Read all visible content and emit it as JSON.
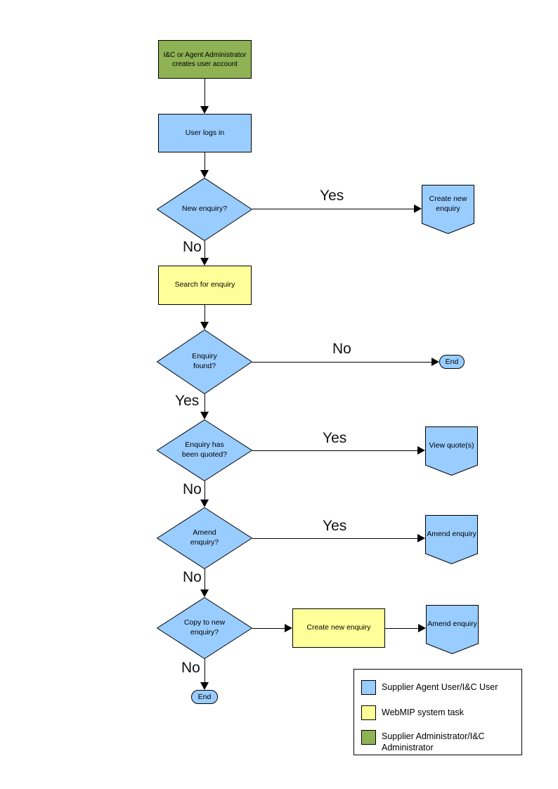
{
  "colors": {
    "shape_blue": "#99CCFF",
    "task_yellow": "#FFFF99",
    "admin_green": "#8FB255",
    "line_black": "#000000"
  },
  "nodes": {
    "admin_creates_account": {
      "lines": [
        "I&C or Agent Administrator",
        "creates user account"
      ]
    },
    "user_logs_in": {
      "label": "User logs in"
    },
    "new_enquiry_decision": {
      "label": "New enquiry?"
    },
    "create_new_enquiry_offpage": {
      "lines": [
        "Create new",
        "enquiry"
      ]
    },
    "search_for_enquiry": {
      "label": "Search for enquiry"
    },
    "enquiry_found_decision": {
      "lines": [
        "Enquiry",
        "found?"
      ]
    },
    "end_terminator_1": {
      "label": "End"
    },
    "enquiry_quoted_decision": {
      "lines": [
        "Enquiry has",
        "been quoted?"
      ]
    },
    "view_quotes_offpage": {
      "label": "View quote(s)"
    },
    "amend_enquiry_decision": {
      "lines": [
        "Amend",
        "enquiry?"
      ]
    },
    "amend_enquiry_offpage_1": {
      "label": "Amend enquiry"
    },
    "copy_to_new_enquiry_decision": {
      "lines": [
        "Copy to new",
        "enquiry?"
      ]
    },
    "create_new_enquiry_task": {
      "label": "Create new enquiry"
    },
    "amend_enquiry_offpage_2": {
      "label": "Amend enquiry"
    },
    "end_terminator_2": {
      "label": "End"
    }
  },
  "edge_labels": {
    "new_enquiry_yes": "Yes",
    "new_enquiry_no": "No",
    "enquiry_found_no": "No",
    "enquiry_found_yes": "Yes",
    "quoted_yes": "Yes",
    "quoted_no": "No",
    "amend_yes": "Yes",
    "amend_no": "No",
    "copy_no": "No"
  },
  "legend": {
    "items": [
      {
        "color": "#99CCFF",
        "label": "Supplier Agent User/I&C User"
      },
      {
        "color": "#FFFF99",
        "label": "WebMIP system task"
      },
      {
        "color": "#8FB255",
        "label": "Supplier Administrator/I&C Administrator"
      }
    ]
  }
}
